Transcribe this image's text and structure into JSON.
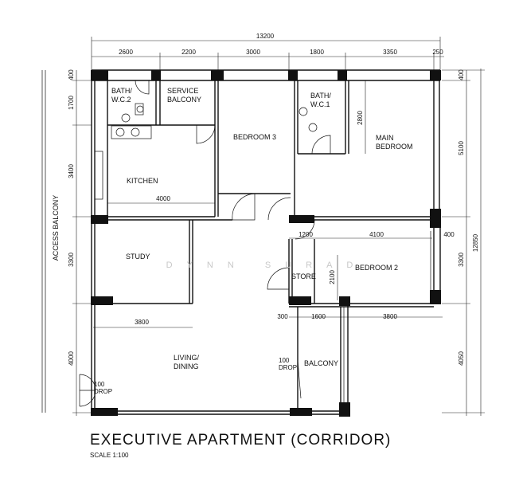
{
  "title": "EXECUTIVE APARTMENT (CORRIDOR)",
  "scale": "SCALE 1:100",
  "watermark": "DYNN SURAD",
  "side_label": "ACCESS BALCONY",
  "rooms": {
    "bath_wc2": "BATH/\nW.C.2",
    "service_balcony": "SERVICE\nBALCONY",
    "bedroom3": "BEDROOM 3",
    "bath_wc1": "BATH/\nW.C.1",
    "main_bedroom": "MAIN\nBEDROOM",
    "kitchen": "KITCHEN",
    "study": "STUDY",
    "store": "STORE",
    "bedroom2": "BEDROOM 2",
    "living_dining": "LIVING/\nDINING",
    "balcony": "BALCONY",
    "drop_left": "100\nDROP",
    "drop_right": "100\nDROP"
  },
  "dimensions": {
    "overall_width": "13200",
    "top_segments": [
      "2600",
      "2200",
      "3000",
      "1800",
      "3350",
      "250"
    ],
    "left_segments": [
      "400",
      "1700",
      "3400",
      "3300",
      "4000"
    ],
    "right_segments": [
      "400",
      "5100",
      "3300",
      "4050"
    ],
    "overall_height": "12850",
    "internal": {
      "kitchen_width": "4000",
      "bath1_height": "2800",
      "store_width": "1200",
      "bedroom2_width": "4100",
      "bedroom2_edge": "400",
      "store_height": "2100",
      "study_width": "3800",
      "bottom_a": "300",
      "bottom_b": "1600",
      "bottom_c": "3800"
    }
  }
}
